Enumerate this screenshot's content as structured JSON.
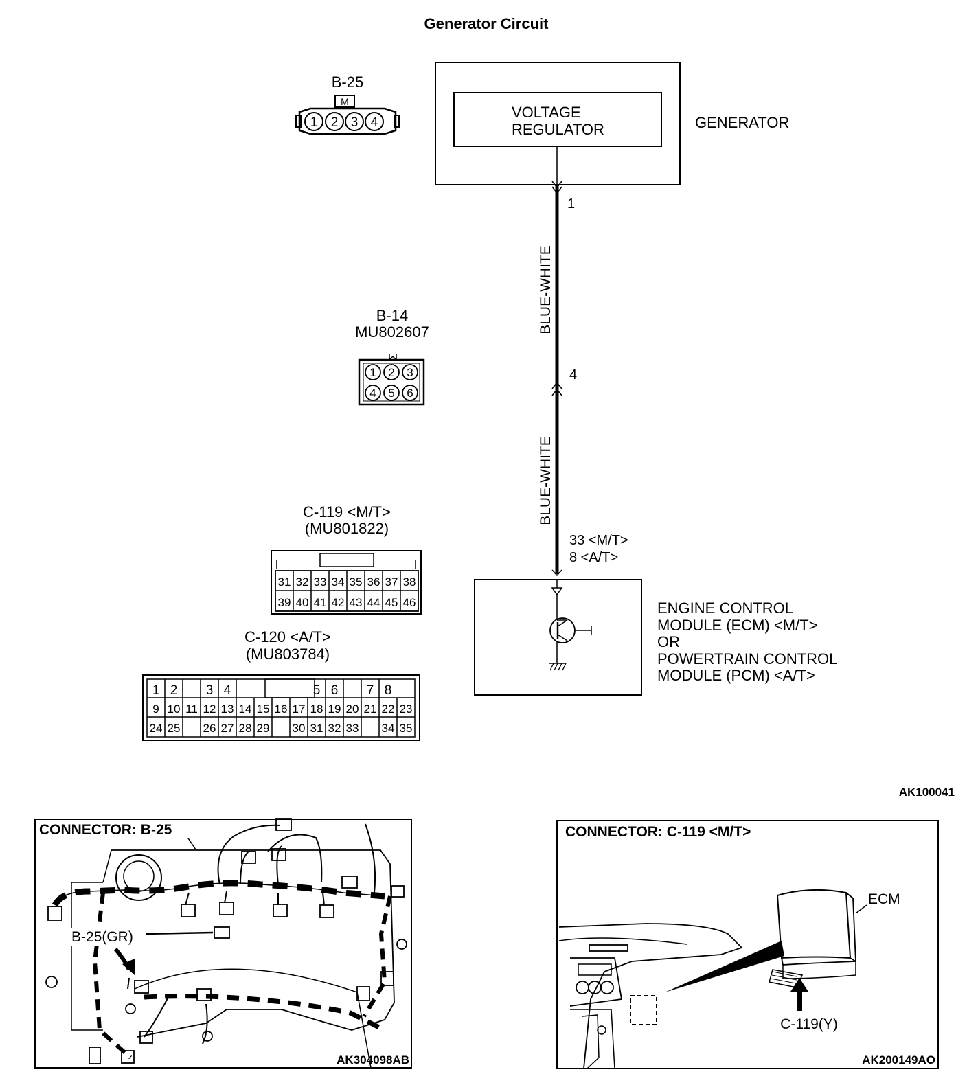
{
  "title": "Generator Circuit",
  "figure_id": "AK100041",
  "generator": {
    "label": "GENERATOR",
    "regulator_line1": "VOLTAGE",
    "regulator_line2": "REGULATOR"
  },
  "wire": {
    "upper_pin": "1",
    "middle_pin": "4",
    "upper_color": "BLUE-WHITE",
    "lower_color": "BLUE-WHITE",
    "ecm_pin_mt": "33 <M/T>",
    "ecm_pin_at": "8 <A/T>"
  },
  "ecm": {
    "line1": "ENGINE CONTROL",
    "line2": "MODULE (ECM) <M/T>",
    "line3": "OR",
    "line4": "POWERTRAIN CONTROL",
    "line5": "MODULE (PCM) <A/T>"
  },
  "connectors": {
    "b25": {
      "name": "B-25",
      "key": "M",
      "pins": [
        "1",
        "2",
        "3",
        "4"
      ]
    },
    "b14": {
      "name": "B-14",
      "part": "MU802607",
      "pins_top": [
        "1",
        "2",
        "3"
      ],
      "pins_bottom": [
        "4",
        "5",
        "6"
      ]
    },
    "c119": {
      "name": "C-119 <M/T>",
      "part": "(MU801822)",
      "row1": [
        "31",
        "32",
        "33",
        "34",
        "35",
        "36",
        "37",
        "38"
      ],
      "row2": [
        "39",
        "40",
        "41",
        "42",
        "43",
        "44",
        "45",
        "46"
      ]
    },
    "c120": {
      "name": "C-120 <A/T>",
      "part": "(MU803784)",
      "row1": [
        "1",
        "2",
        "",
        "3",
        "4",
        "",
        "",
        "",
        "",
        "5",
        "6",
        "",
        "7",
        "8"
      ],
      "row2": [
        "9",
        "10",
        "11",
        "12",
        "13",
        "14",
        "15",
        "16",
        "17",
        "18",
        "19",
        "20",
        "21",
        "22",
        "23"
      ],
      "row3": [
        "24",
        "25",
        "",
        "26",
        "27",
        "28",
        "29",
        "",
        "30",
        "31",
        "32",
        "33",
        "",
        "34",
        "35"
      ]
    }
  },
  "panel_left": {
    "title": "CONNECTOR: B-25",
    "callout": "B-25(GR)",
    "figure_id": "AK304098AB"
  },
  "panel_right": {
    "title": "CONNECTOR: C-119 <M/T>",
    "ecm_label": "ECM",
    "callout": "C-119(Y)",
    "figure_id": "AK200149AO"
  }
}
